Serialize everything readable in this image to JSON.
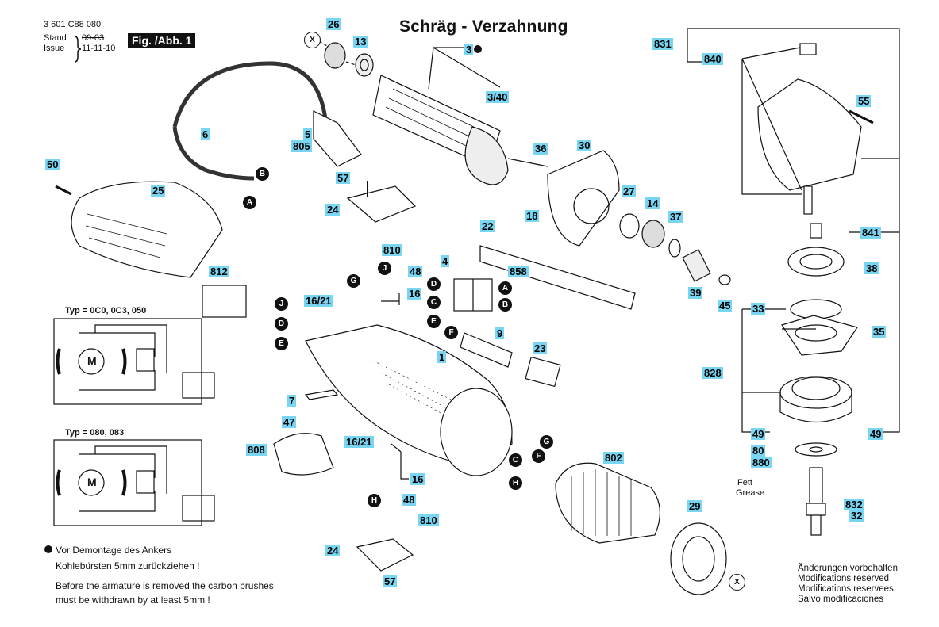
{
  "header": {
    "part_number": "3 601 C88 080",
    "stand_label": "Stand",
    "issue_label": "Issue",
    "stand_old": "09-03",
    "issue_date": "11-11-10",
    "figure": "Fig. /Abb. 1"
  },
  "title": "Schräg - Verzahnung",
  "parts": {
    "p26": "26",
    "p13": "13",
    "p3": "3",
    "p3_40": "3/40",
    "p6": "6",
    "p5": "5",
    "p805": "805",
    "p50": "50",
    "p25": "25",
    "p57a": "57",
    "p24a": "24",
    "p810a": "810",
    "p48a": "48",
    "p812": "812",
    "p16_21a": "16/21",
    "p16a": "16",
    "p4": "4",
    "p858": "858",
    "p22": "22",
    "p18": "18",
    "p36": "36",
    "p30": "30",
    "p27": "27",
    "p14": "14",
    "p37": "37",
    "p39": "39",
    "p45": "45",
    "p9": "9",
    "p23": "23",
    "p1": "1",
    "p7": "7",
    "p47": "47",
    "p808": "808",
    "p16_21b": "16/21",
    "p16b": "16",
    "p48b": "48",
    "p810b": "810",
    "p24b": "24",
    "p57b": "57",
    "p802": "802",
    "p29": "29",
    "p831": "831",
    "p840": "840",
    "p55": "55",
    "p841": "841",
    "p38": "38",
    "p33": "33",
    "p35": "35",
    "p828": "828",
    "p49a": "49",
    "p49b": "49",
    "p80": "80",
    "p880": "880",
    "p832": "832",
    "p32": "32"
  },
  "markers": {
    "A1": "A",
    "B1": "B",
    "A2": "A",
    "B2": "B",
    "C1": "C",
    "D1": "D",
    "E1": "E",
    "F1": "F",
    "G1": "G",
    "J1": "J",
    "J2": "J",
    "D2": "D",
    "E2": "E",
    "G2": "G",
    "F2": "F",
    "C2": "C",
    "H1": "H",
    "H2": "H",
    "X1": "X",
    "X2": "X"
  },
  "wiring": {
    "type1": "Typ = 0C0, 0C3, 050",
    "type2": "Typ = 080, 083",
    "motor": "M"
  },
  "grease": {
    "de": "Fett",
    "en": "Grease"
  },
  "notes": {
    "de_line1": "Vor Demontage des Ankers",
    "de_line2": "Kohlebürsten 5mm zurückziehen !",
    "en_line1": "Before the armature is removed the carbon brushes",
    "en_line2": "must be withdrawn by at least 5mm !"
  },
  "modifications": {
    "de": "Änderungen vorbehalten",
    "en": "Modifications reserved",
    "fr": "Modifications reservees",
    "es": "Salvo modificaciones"
  }
}
